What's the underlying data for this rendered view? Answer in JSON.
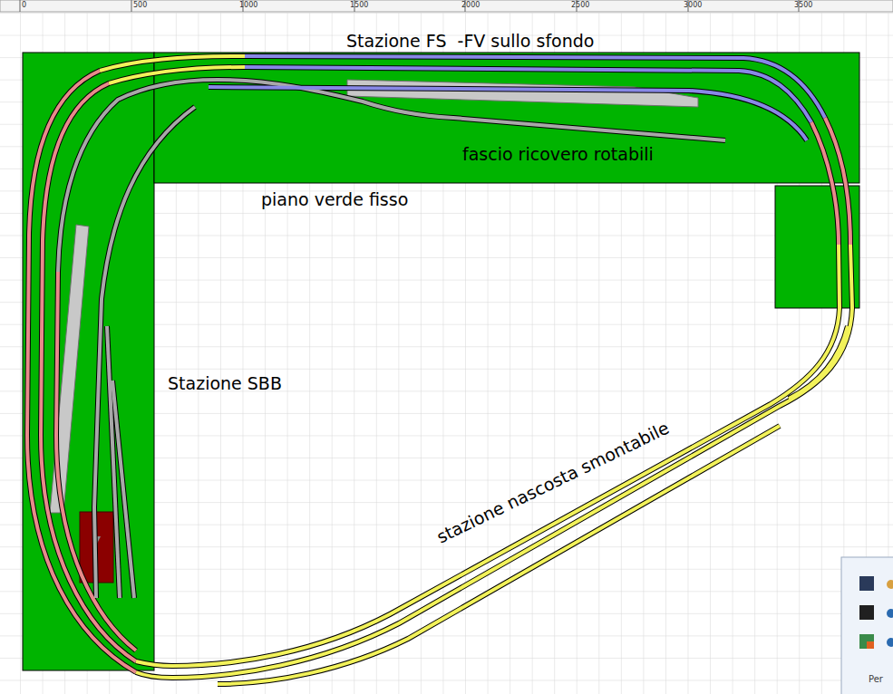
{
  "diagram": {
    "labels": [
      "0",
      "500",
      "1000",
      "1500",
      "2000",
      "2500",
      "3000",
      "3500",
      "Stazione FS  -FV sullo sfondo",
      "fascio ricovero rotabili",
      "piano verde fisso",
      "Stazione SBB",
      "stazione nascosta smontabile",
      "Per"
    ]
  }
}
